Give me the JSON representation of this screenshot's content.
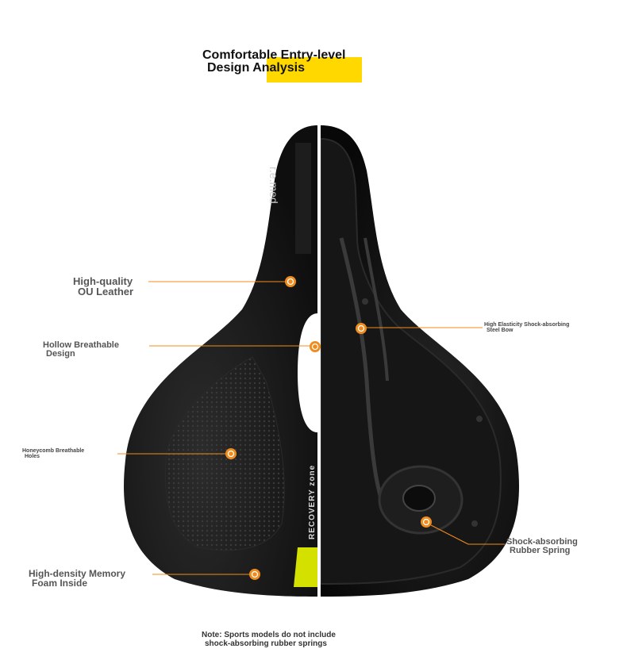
{
  "title": {
    "line1": "Comfortable Entry-level",
    "line2": "Design Analysis"
  },
  "labels": {
    "leather": [
      "High-quality",
      "OU Leather"
    ],
    "hollow": [
      "Hollow Breathable",
      "Design"
    ],
    "honeycomb": [
      "Honeycomb Breathable",
      "Holes"
    ],
    "foam": [
      "High-density Memory",
      "Foam Inside"
    ],
    "steelbow": [
      "High Elasticity Shock-absorbing",
      "Steel Bow"
    ],
    "spring": [
      "Shock-absorbing",
      "Rubber Spring"
    ]
  },
  "saddle_text": {
    "brand": "r.e.med",
    "zone": "RECOVERY zone"
  },
  "note": [
    "Note: Sports models do not include",
    "shock-absorbing rubber springs"
  ],
  "colors": {
    "accent": "#f08c1e",
    "highlight": "#ffd800",
    "saddle": "#141414",
    "lime": "#d4e000"
  }
}
